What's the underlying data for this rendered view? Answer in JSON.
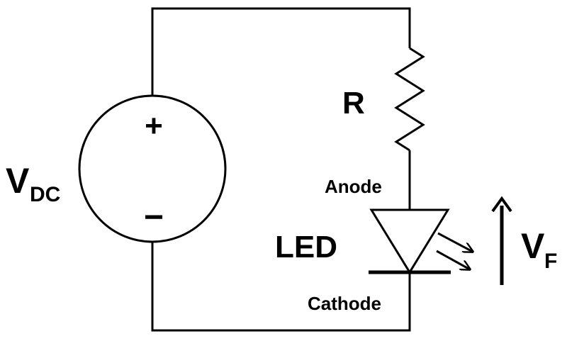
{
  "source": {
    "label_main": "V",
    "label_sub": "DC",
    "plus_sign": "+",
    "minus_sign": "−"
  },
  "resistor": {
    "label": "R"
  },
  "led": {
    "label": "LED",
    "anode_label": "Anode",
    "cathode_label": "Cathode"
  },
  "forward_voltage": {
    "label_main": "V",
    "label_sub": "F"
  }
}
